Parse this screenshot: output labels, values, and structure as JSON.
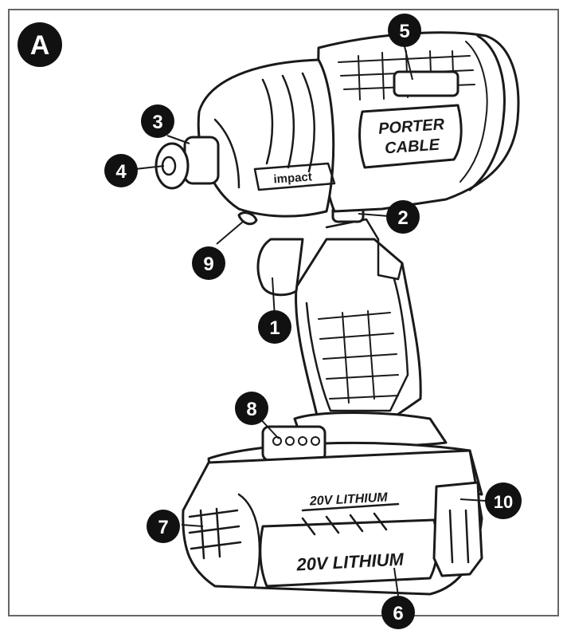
{
  "figure": {
    "panel_letter": "A",
    "brand_line1": "PORTER",
    "brand_line2": "CABLE",
    "impact_text": "impact",
    "battery_upper_text": "20V LITHIUM",
    "battery_lower_text": "20V LITHIUM"
  },
  "callouts": [
    {
      "id": "1",
      "label": "1"
    },
    {
      "id": "2",
      "label": "2"
    },
    {
      "id": "3",
      "label": "3"
    },
    {
      "id": "4",
      "label": "4"
    },
    {
      "id": "5",
      "label": "5"
    },
    {
      "id": "6",
      "label": "6"
    },
    {
      "id": "7",
      "label": "7"
    },
    {
      "id": "8",
      "label": "8"
    },
    {
      "id": "9",
      "label": "9"
    },
    {
      "id": "10",
      "label": "10"
    }
  ],
  "colors": {
    "ink": "#1a1a1a",
    "callout_fill": "#111111",
    "callout_text": "#ffffff",
    "frame": "#666666",
    "paper": "#ffffff"
  }
}
